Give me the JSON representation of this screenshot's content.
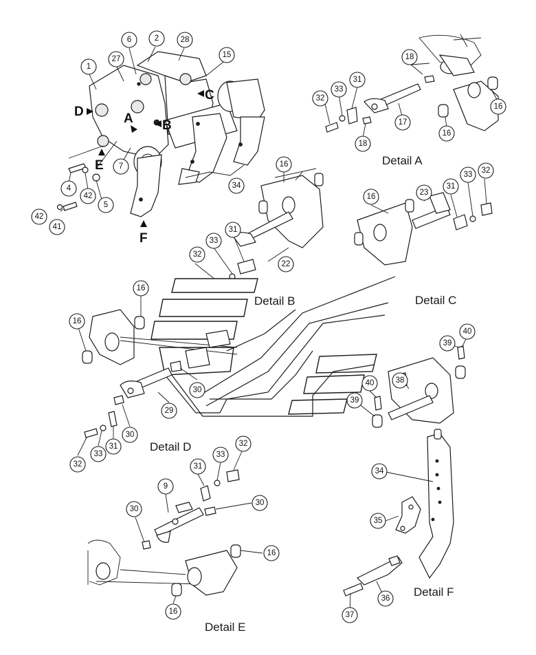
{
  "diagram": {
    "view_letters": [
      "A",
      "B",
      "C",
      "D",
      "E",
      "F"
    ],
    "detail_labels": {
      "a": "Detail A",
      "b": "Detail B",
      "c": "Detail C",
      "d": "Detail D",
      "e": "Detail E",
      "f": "Detail F"
    },
    "callouts": {
      "main": [
        "1",
        "27",
        "6",
        "2",
        "28",
        "15",
        "7",
        "4",
        "42",
        "5",
        "42",
        "41",
        "34"
      ],
      "detail_a": [
        "18",
        "31",
        "33",
        "32",
        "17",
        "18",
        "16",
        "16"
      ],
      "detail_b": [
        "16",
        "31",
        "33",
        "32",
        "22"
      ],
      "detail_c": [
        "16",
        "23",
        "31",
        "33",
        "32"
      ],
      "detail_d": [
        "16",
        "16",
        "30",
        "29",
        "30",
        "31",
        "33",
        "32"
      ],
      "detail_e": [
        "31",
        "33",
        "32",
        "9",
        "30",
        "30",
        "16",
        "16"
      ],
      "detail_f": [
        "39",
        "40",
        "38",
        "40",
        "39",
        "34",
        "35",
        "36",
        "37"
      ]
    }
  }
}
